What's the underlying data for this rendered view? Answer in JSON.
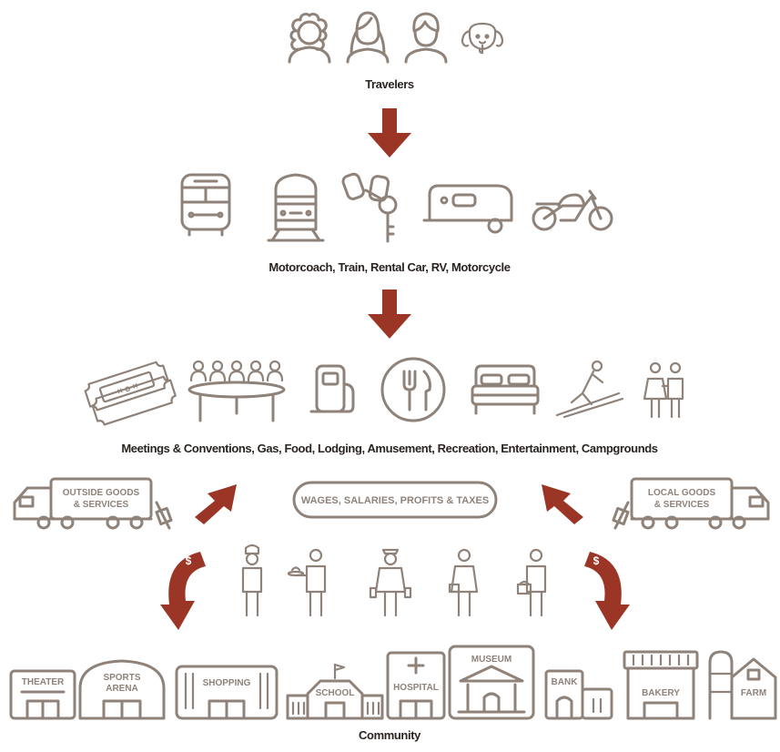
{
  "captions": {
    "travelers": "Travelers",
    "transport": "Motorcoach, Train, Rental Car, RV, Motorcycle",
    "services": "Meetings & Conventions, Gas, Food, Lodging, Amusement, Recreation, Entertainment, Campgrounds",
    "community": "Community"
  },
  "wages_label": "WAGES, SALARIES, PROFITS & TAXES",
  "trucks": {
    "outside": [
      "OUTSIDE GOODS",
      "& SERVICES"
    ],
    "local": [
      "LOCAL GOODS",
      "& SERVICES"
    ]
  },
  "dollar_sign": "$",
  "buildings": {
    "theater": "THEATER",
    "sports_arena": [
      "SPORTS",
      "ARENA"
    ],
    "shopping": "SHOPPING",
    "school": "SCHOOL",
    "hospital": "HOSPITAL",
    "museum": "MUSEUM",
    "bank": "BANK",
    "bakery": "BAKERY",
    "farm": "FARM"
  },
  "colors": {
    "icon": "#8f8279",
    "arrow": "#9b3526",
    "text": "#2b2320"
  },
  "icons": {
    "travelers": [
      "woman-curly-hair-icon",
      "woman-long-hair-icon",
      "man-icon",
      "dog-icon"
    ],
    "transport": [
      "motorcoach-icon",
      "train-icon",
      "car-keys-icon",
      "rv-icon",
      "motorcycle-icon"
    ],
    "services": [
      "tickets-icon",
      "meeting-table-icon",
      "gas-pump-icon",
      "plate-fork-knife-icon",
      "bed-icon",
      "ski-jumper-icon",
      "couple-icon"
    ],
    "workers": [
      "chef-worker-icon",
      "waiter-worker-icon",
      "attendant-worker-icon",
      "shop-worker-icon",
      "cashier-worker-icon"
    ]
  }
}
